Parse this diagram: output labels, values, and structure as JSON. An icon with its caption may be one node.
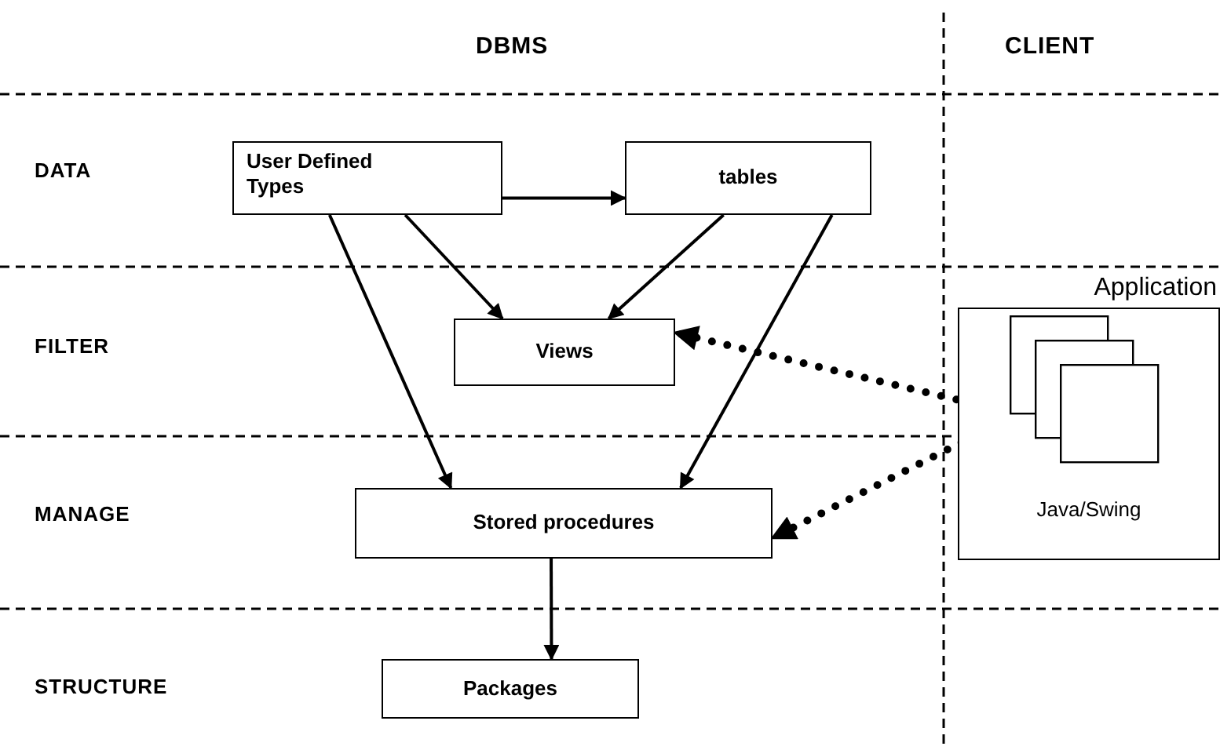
{
  "diagram": {
    "nodes": [
      {
        "text": [
          "User Defined Types"
        ]
      },
      {
        "text": [
          "tables"
        ]
      },
      {
        "text": [
          "Views"
        ]
      },
      {
        "text": [
          "Stored procedures"
        ]
      },
      {
        "text": [
          "Packages"
        ]
      },
      {
        "text": [
          "Application",
          "Java/Swing"
        ]
      },
      {
        "text": [],
        "shape": "box",
        "in": 5
      }
    ],
    "edges": [
      {
        "from": 0,
        "to": 1,
        "arrow": "to"
      },
      {
        "from": 0,
        "to": 2,
        "arrow": "to"
      },
      {
        "from": 1,
        "to": 2,
        "arrow": "to"
      },
      {
        "from": 0,
        "to": 3,
        "arrow": "to"
      },
      {
        "from": 1,
        "to": 3,
        "arrow": "to"
      },
      {
        "from": 6,
        "to": 2,
        "arrow": "to",
        "style": "dashed"
      },
      {
        "from": 6,
        "to": 3,
        "arrow": "to",
        "style": "dashed"
      },
      {
        "from": 3,
        "to": 4,
        "arrow": "to"
      }
    ],
    "labels": [
      "DBMS",
      "CLIENT",
      "DATA",
      "FILTER",
      "MANAGE",
      "STRUCTURE"
    ]
  }
}
